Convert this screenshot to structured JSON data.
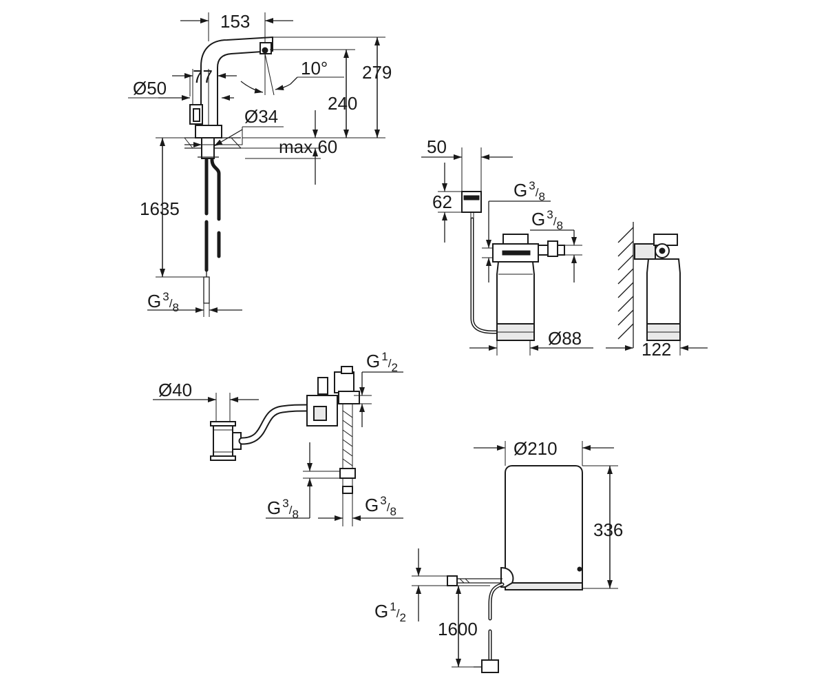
{
  "faucet": {
    "spout_reach": "153",
    "total_height": "279",
    "spout_height": "240",
    "swivel_angle": "10°",
    "base_diameter": "Ø50",
    "handle_width": "77",
    "mount_hole": "Ø34",
    "counter_thickness": "max.60",
    "hose_length": "1635",
    "connection_thread": "G",
    "connection_num": "3",
    "connection_den": "8"
  },
  "filter": {
    "head_width": "50",
    "head_height": "62",
    "inlet_thread": "G",
    "inlet_num": "3",
    "inlet_den": "8",
    "outlet_thread": "G",
    "outlet_num": "3",
    "outlet_den": "8",
    "diameter": "Ø88",
    "wall_distance": "122"
  },
  "valve": {
    "drain_diameter": "Ø40",
    "supply_thread": "G",
    "supply_num": "1",
    "supply_den": "2",
    "left_thread": "G",
    "left_num": "3",
    "left_den": "8",
    "right_thread": "G",
    "right_num": "3",
    "right_den": "8"
  },
  "boiler": {
    "diameter": "Ø210",
    "height": "336",
    "cable_length": "1600",
    "inlet_thread": "G",
    "inlet_num": "1",
    "inlet_den": "2"
  }
}
